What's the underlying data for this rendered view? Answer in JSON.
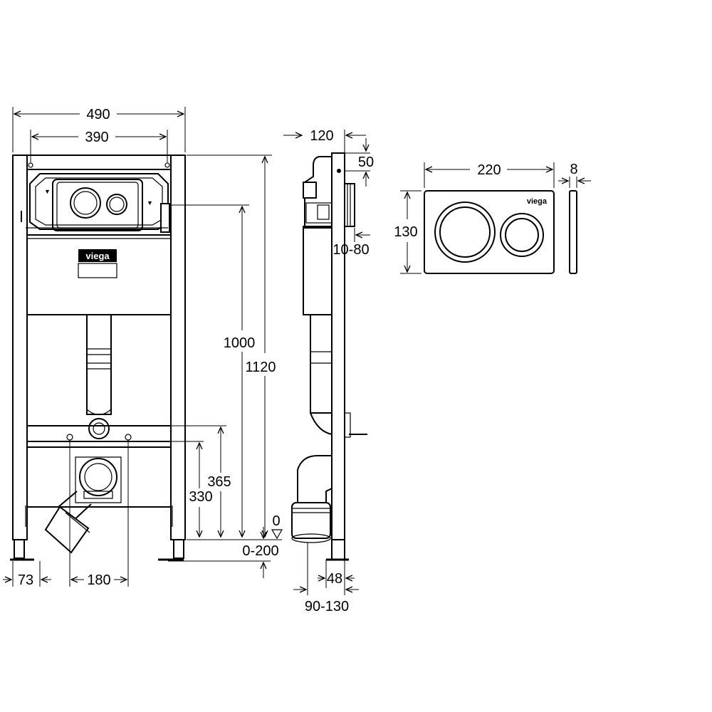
{
  "front_view": {
    "width_total": "490",
    "width_inner": "390",
    "height_total": "1120",
    "height_cistern": "1000",
    "height_365": "365",
    "height_330": "330",
    "foot_range": "0-200",
    "foot_zero": "0",
    "foot_offset": "73",
    "drain_spacing": "180",
    "brand": "viega"
  },
  "side_view": {
    "depth_top": "120",
    "plate_50": "50",
    "wall_range": "10-80",
    "bottom_48": "48",
    "drain_range": "90-130"
  },
  "plate_view": {
    "width": "220",
    "height": "130",
    "thickness": "8",
    "brand": "viega"
  }
}
